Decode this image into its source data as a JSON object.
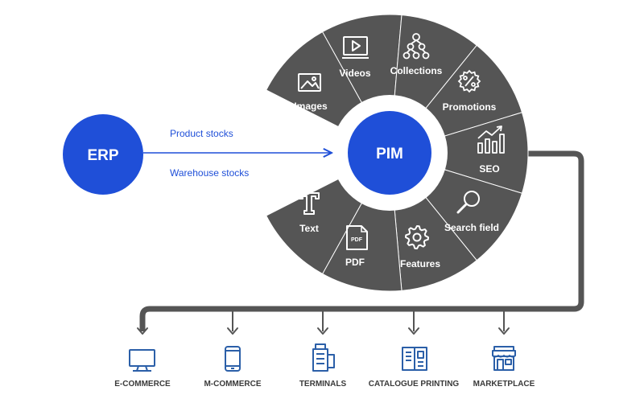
{
  "erp": {
    "label": "ERP"
  },
  "pim": {
    "label": "PIM"
  },
  "flows": {
    "product_stocks": "Product stocks",
    "warehouse_stocks": "Warehouse stocks"
  },
  "segments": [
    {
      "label": "Images",
      "icon": "image-icon"
    },
    {
      "label": "Videos",
      "icon": "video-icon"
    },
    {
      "label": "Collections",
      "icon": "hierarchy-icon"
    },
    {
      "label": "Promotions",
      "icon": "percent-badge-icon"
    },
    {
      "label": "SEO",
      "icon": "growth-chart-icon"
    },
    {
      "label": "Search field",
      "icon": "magnifier-icon"
    },
    {
      "label": "Features",
      "icon": "gear-icon"
    },
    {
      "label": "PDF",
      "icon": "pdf-file-icon"
    },
    {
      "label": "Text",
      "icon": "text-t-icon"
    }
  ],
  "channels": [
    {
      "label": "E-COMMERCE",
      "icon": "monitor-icon"
    },
    {
      "label": "M-COMMERCE",
      "icon": "smartphone-icon"
    },
    {
      "label": "TERMINALS",
      "icon": "terminal-icon"
    },
    {
      "label": "CATALOGUE PRINTING",
      "icon": "catalogue-icon"
    },
    {
      "label": "MARKETPLACE",
      "icon": "store-icon"
    }
  ],
  "colors": {
    "wheel": "#555555",
    "accent_blue": "#1f4fd8",
    "connector": "#555555",
    "channel_icon": "#2b5fa8",
    "divider": "#ffffff"
  }
}
